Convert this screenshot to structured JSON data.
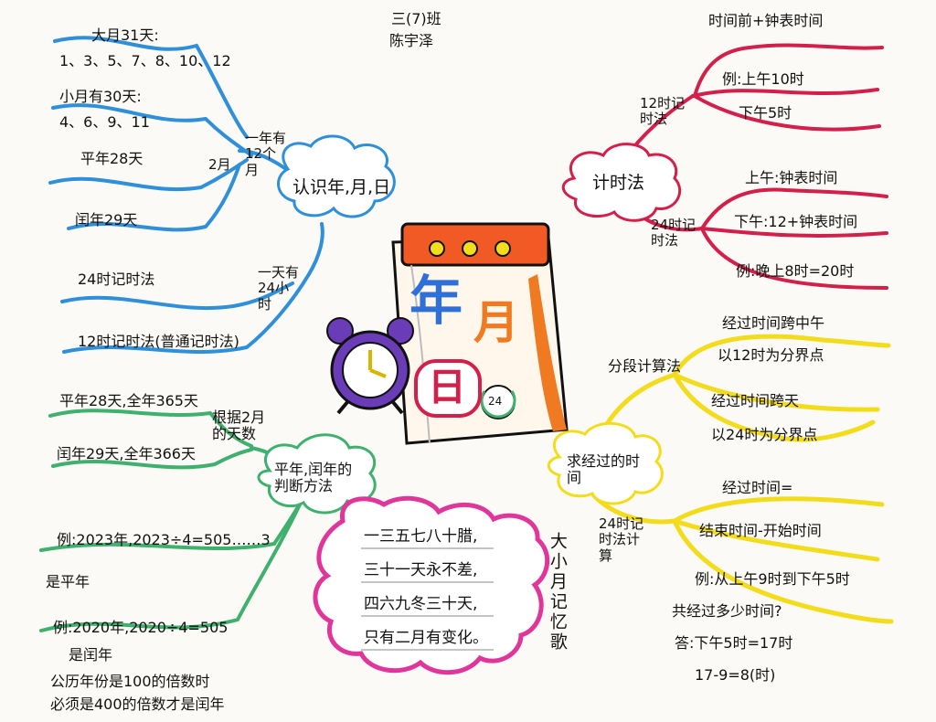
{
  "header": {
    "class_name": "三(7)班",
    "student_name": "陈宇泽"
  },
  "center": {
    "nian": "年",
    "yue": "月",
    "ri": "日",
    "badge": "24"
  },
  "colors": {
    "blue": "#2f8fd9",
    "red": "#d3204b",
    "yellow": "#f3dc1c",
    "green": "#3fb06e",
    "pink": "#e0359b",
    "purple": "#6a3cb8",
    "orange": "#f07a22",
    "calendar_text": "#2e6fd8"
  },
  "blue_branch": {
    "title": "认识年,月,日",
    "year_months": "一年有12个月",
    "big_month_title": "大月31天:",
    "big_month_list": "1、3、5、7、8、10、12",
    "small_month_title": "小月有30天:",
    "small_month_list": "4、6、9、11",
    "feb": "2月",
    "common_feb": "平年28天",
    "leap_feb": "闰年29天",
    "day_hours": "一天有24小时",
    "clock24": "24时记时法",
    "clock12": "12时记时法(普通记时法)"
  },
  "red_branch": {
    "title": "计时法",
    "method12": "12时记时法",
    "method12_a": "时间前+钟表时间",
    "method12_b": "例:上午10时",
    "method12_c": "下午5时",
    "method24": "24时记时法",
    "method24_a": "上午:钟表时间",
    "method24_b": "下午:12+钟表时间",
    "method24_c": "例:晚上8时=20时"
  },
  "yellow_branch": {
    "title": "求经过的时间",
    "segment": "分段计算法",
    "seg_a1": "经过时间跨中午",
    "seg_a2": "以12时为分界点",
    "seg_b1": "经过时间跨天",
    "seg_b2": "以24时为分界点",
    "method24": "24时记时法计算",
    "f1": "经过时间=",
    "f2": "结束时间-开始时间",
    "ex1": "例:从上午9时到下午5时",
    "ex2": "共经过多少时间?",
    "ans1": "答:下午5时=17时",
    "ans2": "17-9=8(时)"
  },
  "green_branch": {
    "title": "平年,闰年的判断方法",
    "rule": "根据2月的天数",
    "common": "平年28天,全年365天",
    "leap": "闰年29天,全年366天",
    "ex1a": "例:2023年,2023÷4=505……3",
    "ex1b": "是平年",
    "ex2a": "例:2020年,2020÷4=505",
    "ex2b": "是闰年",
    "century1": "公历年份是100的倍数时",
    "century2": "必须是400的倍数才是闰年"
  },
  "pink_branch": {
    "title": "大小月记忆歌",
    "lines": [
      "一三五七八十腊,",
      "三十一天永不差,",
      "四六九冬三十天,",
      "只有二月有变化。"
    ]
  }
}
